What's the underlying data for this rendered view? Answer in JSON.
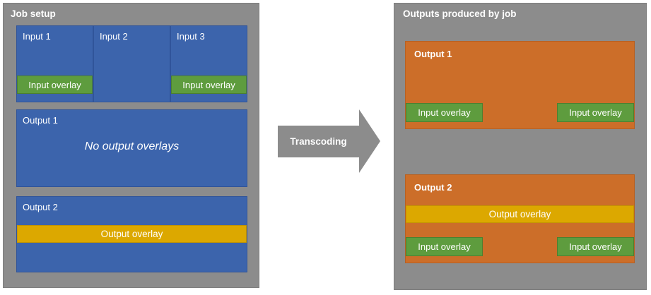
{
  "colors": {
    "panel_gray": "#8c8c8c",
    "input_blue": "#3c64ac",
    "overlay_green": "#5e9c3e",
    "output_orange": "#cc6e29",
    "overlay_yellow": "#dca800",
    "text_white": "#ffffff"
  },
  "job_setup": {
    "title": "Job setup",
    "inputs": [
      {
        "label": "Input 1",
        "overlay": "Input overlay"
      },
      {
        "label": "Input 2"
      },
      {
        "label": "Input 3",
        "overlay": "Input overlay"
      }
    ],
    "output1": {
      "label": "Output 1",
      "note": "No output overlays"
    },
    "output2": {
      "label": "Output 2",
      "output_overlay": "Output overlay"
    }
  },
  "arrow": {
    "label": "Transcoding"
  },
  "outputs_panel": {
    "title": "Outputs produced by job",
    "output1": {
      "label": "Output 1",
      "input_overlays": [
        "Input overlay",
        "Input overlay"
      ]
    },
    "output2": {
      "label": "Output 2",
      "output_overlay": "Output overlay",
      "input_overlays": [
        "Input overlay",
        "Input overlay"
      ]
    }
  }
}
